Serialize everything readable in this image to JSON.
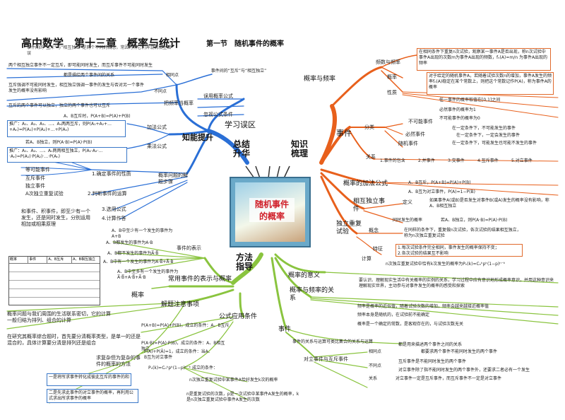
{
  "header": {
    "title": "高中数学　第十三章　概率与统计",
    "section": "第一节　随机事件的概率"
  },
  "center": {
    "card_title_1": "随机事件",
    "card_title_2": "的概率",
    "summary_label": "总结\n升华",
    "review_label": "知识\n梳理",
    "method_label": "方法\n指导"
  },
  "colors": {
    "blue": "#2a6fd6",
    "orange": "#e8601c",
    "green": "#8ac43f",
    "card": "#6aa9c9"
  },
  "left_top": {
    "branch_main": "知能提升",
    "branch_mislead": "学习误区",
    "n1": "事件间的“互斥”与“相互独立”是两个不同的概念，常因为将它们弄混而发生错误",
    "n2": "两个相互独立事件不一定互斥，即可能同时发生，而互斥事件不可能同时发生",
    "n3": "都是描绘两个事件间的关系",
    "n4": "相同点",
    "n5": "事件间的“互斥”与“相互独立”",
    "n6": "互斥强调不可能同时发生，相互独立强调一事件的发生与否对另一个事件发生的概率没有影响",
    "n7": "不同点",
    "n8": "误用概率公式",
    "n9": "把频率当概率",
    "n10": "忽视公式条件",
    "n11": "互斥的两个事件可以独立，独立的两个事件也可以互斥",
    "add": "加法公式",
    "mul": "乘法公式",
    "f1": "A、B互斥时，P(A+B)=P(A)+P(B)",
    "f2": "推广：A₁、A₂、A₃、…、Aₙ两两互斥，则P(A₁+A₂+…+Aₙ)=P(A₁)+P(A₂)+…+P(Aₙ)",
    "f3": "若A、B独立，则P(A·B)=P(A)·P(B)",
    "f4": "推广：A₁、A₂、…、Aₙ两两相互独立，P(A₁·A₂·…·Aₙ)=P(A₁)·P(A₂)·…·P(Aₙ)",
    "s1": "等可能事件",
    "s2": "互斥事件",
    "s3": "独立事件",
    "s4": "A次独立重复试验",
    "step_title": "概率问题的解题步骤",
    "step1": "1.确定事件的性质",
    "step2": "2.判断事件的运算",
    "step3": "3.选用公式",
    "step4": "4.计算作答",
    "sumprod": "和事件、积事件，即至少有一个发生，还是同时发生，分别运用相加或相乘原理"
  },
  "left_bottom": {
    "rep": "事件的表示",
    "r1": "A、B中至少有一个发生的事件为A+B",
    "r2": "A、B都发生的事件为A·B",
    "r3": "A、B都不发生的事件为A̅·B̅",
    "r4": "A、B中有一个发生的事件为A·B̅+A̅·B",
    "r5": "A、B中至多有一个发生的事件为A̅·B̅+A·B̅+A̅·B",
    "common": "常用事件的表示与概率",
    "prob": "概率",
    "table_head": [
      "概率",
      "事件",
      "A、B互斥",
      "A、B相互独立"
    ],
    "notes": "解题注意事项",
    "tip1": "概率问题与我们周围的生活联系密切，它的计算一般归结为排列、组合的计算",
    "tip2": "在研究其概率综合题时，首先要分清概率类型，是单一的还是混合的，具体计算要分清是排列还是组合",
    "tip3": "求复杂但为复杂的事件的概率的方法",
    "tip4": "一是将所求事件转化成彼此互斥的事件的和",
    "tip5": "二是先求此事件的对立事件的概率，再利用公式求出所求事件的概率",
    "cond": "公式应用条件",
    "c1": "P(A+B)=P(A)+P(B)，成立的条件：A、B互斥",
    "c2": "P(A·B)=P(A)·P(B)，成立的条件：A、B相互独立",
    "c3": "P(A)+P(Ā)=1，成立的条件：当A、B互为对立事件",
    "c4": "Pₙ(k)=Cₙᵏpᵏ(1−p)ⁿ⁻ᵏ 成立的条件：",
    "c5": "n次独立重复试验中某事件A恰好发生k次的概率",
    "c6": "n是重复试验的次数，p是一次试验中某事件A发生的概率，k是n次独立重复试验中事件A发生的次数"
  },
  "right_top": {
    "freq": "概率与频率",
    "freq2": "频数与频率",
    "fq1": "在相同条件下重复n次试验，观察某一事件A是否出现，称n次试验中事件A出现的次数m为事件A出现的频数，fₙ(A)=m/n 为事件A出现的频率",
    "prob": "概率",
    "pq1": "对于给定的随机事件A，若随着试验次数n的增加，事件A发生的频率fₙ(A)稳定在某个常数上，则把这个常数记作P(A)，称为事件A的概率",
    "nature": "性质",
    "na1": "任一事件的概率取值在[0,1]之间",
    "na2": "必然事件的概率为1",
    "na3": "不可能事件的概率为0",
    "event": "事件",
    "cls": "分类",
    "ev1": "不可能事件",
    "ev2": "必然事件",
    "ev3": "随机事件",
    "ev1d": "在一定条件下，不可能发生的事件",
    "ev2d": "在一定条件下，一定会发生的事件",
    "ev3d": "在一定条件下，可能发生也可能不发生的事件",
    "rel": "关系",
    "rel1": "1.事件的包含",
    "rel2": "2.并事件",
    "rel3": "3.交事件",
    "rel4": "4.互斥事件",
    "rel5": "5.对立事件",
    "addf": "概率的加法公式",
    "ad1": "A、B互斥，P(A+B)=P(A)+P(B)",
    "ad2": "A、B互为对立事件，P(A)=1−P(B)",
    "indep": "相互独立事件",
    "def": "定义",
    "id1": "如果事件A(或B)是否发生对事件B(或A)发生的概率没有影响，称A、B相互独立",
    "id2": "同时发生的概率",
    "id3": "若A、B独立，则P(A·B)=P(A)·P(B)",
    "repeat": "独立重复试验",
    "concept": "概念",
    "rp1": "在同样的条件下，重复做n次试验，各次试验的结果相互独立，称为n次独立重复试验",
    "feat": "特征",
    "calc": "计算",
    "ft1": "1.每次试验条件完全相同，事件发生的概率保持不变；",
    "ft2": "2.各次试验的结果互不影响",
    "ft3": "n次独立重复试验中恰有k次发生的概率为Pₙ(k)=Cₙᵏpᵏ(1−p)ⁿ⁻ᵏ"
  },
  "right_bottom": {
    "meaning": "概率的意义",
    "mn1": "要认识、理解现实生活中有关概率的实例的关系，学习过程中应有意识地形成概率意识，并用这种意识来理解现实世界，主动参与对事件发生的概率的感受和探索",
    "freqrel": "概率与频率的关系",
    "fr1": "频率是概率的近似值，随着试验次数的增加，频率会越来越接近概率值",
    "fr2": "频率本身是随机的，在试验前不能确定",
    "fr3": "概率是一个确定的常数，是客观存在的，与试验次数无关",
    "event": "事件",
    "ev1": "事件的关系与运算可类比集合的关系与运算",
    "opp": "对立事件与互斥事件",
    "same": "相同点",
    "same1": "都是用来描述两个事件之间的关系",
    "diff": "不同点",
    "diff1": "都要求两个事件不能同时发生的两个事件",
    "diff2": "互斥事件是不能同时发生的两个事件",
    "diff3": "对立事件除了指不能同时发生的两个事件外，还要求二者必有一个发生",
    "rel": "关系",
    "rel1": "对立事件一定是互斥事件，而互斥事件不一定是对立事件"
  }
}
